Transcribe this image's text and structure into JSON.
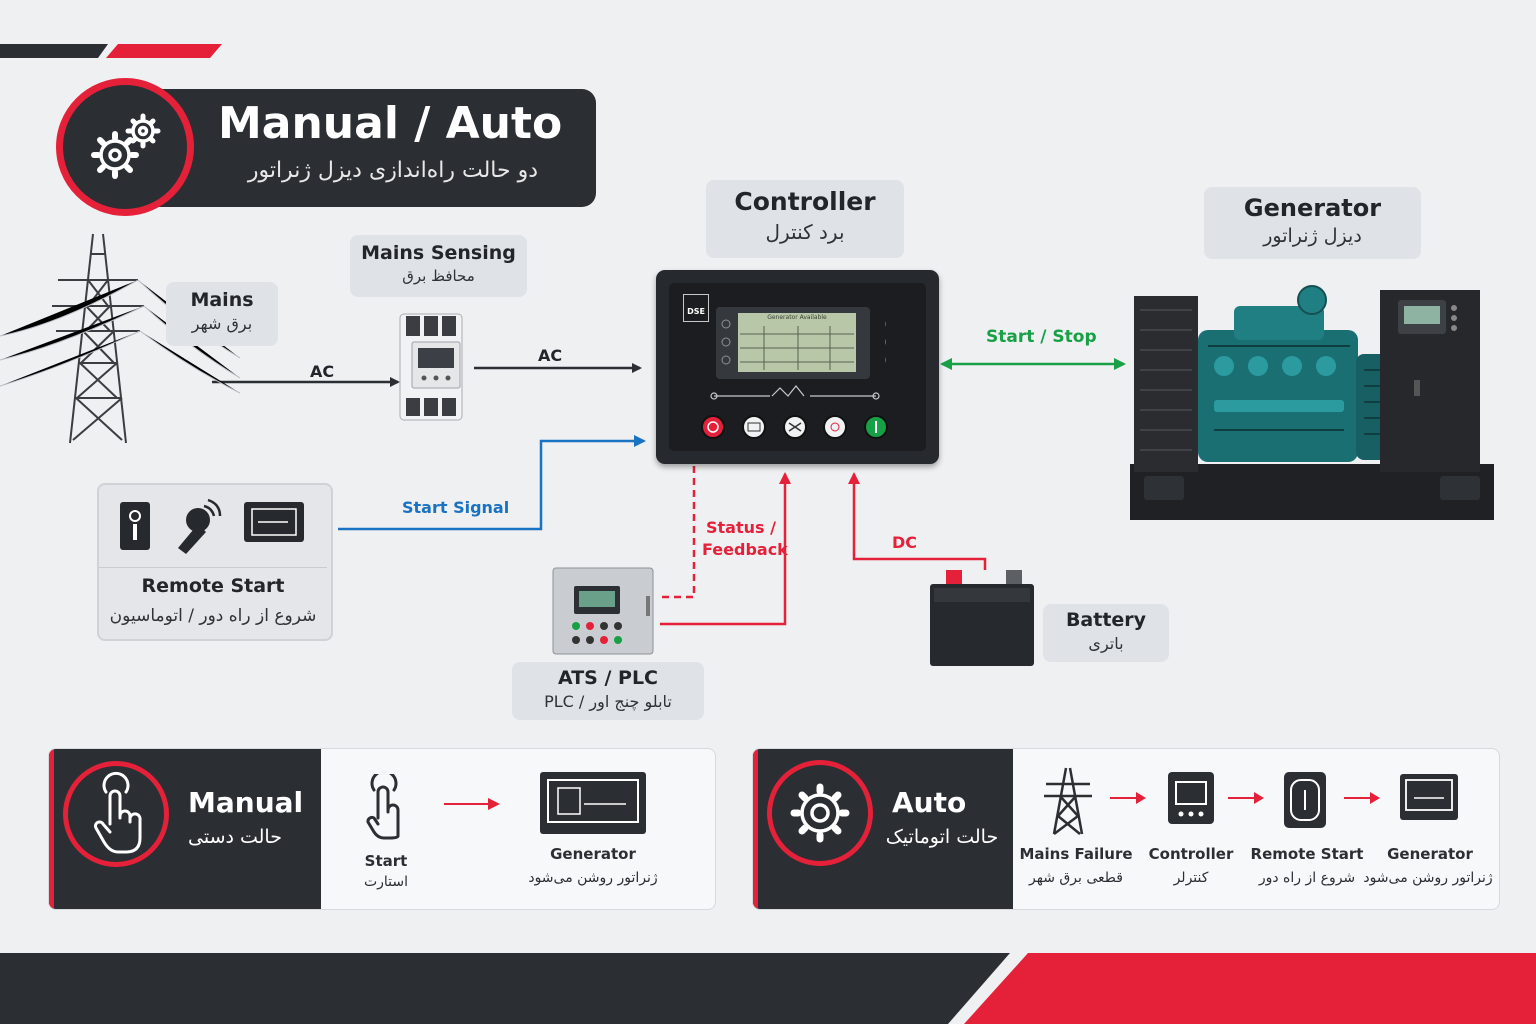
{
  "title": {
    "en": "Manual / Auto",
    "fa": "دو حالت راه‌اندازی دیزل ژنراتور"
  },
  "nodes": {
    "mains": {
      "en": "Mains",
      "fa": "برق شهر"
    },
    "mains_sensing": {
      "en": "Mains Sensing",
      "fa": "محافظ برق"
    },
    "controller": {
      "en": "Controller",
      "fa": "برد کنترل"
    },
    "generator": {
      "en": "Generator",
      "fa": "دیزل ژنراتور"
    },
    "remote_start": {
      "en": "Remote Start",
      "fa": "شروع از راه دور / اتوماسیون"
    },
    "ats_plc": {
      "en": "ATS / PLC",
      "fa": "تابلو چنج اور / PLC"
    },
    "battery": {
      "en": "Battery",
      "fa": "باتری"
    }
  },
  "controller_panel": {
    "brand": "DSE",
    "screen_title": "Generator Available"
  },
  "connections": {
    "ac_1": "AC",
    "ac_2": "AC",
    "start_stop": "Start / Stop",
    "start_signal": "Start Signal",
    "status_feedback_1": "Status /",
    "status_feedback_2": "Feedback",
    "dc": "DC"
  },
  "manual_panel": {
    "title": "Manual",
    "subtitle": "حالت دستی",
    "steps": [
      {
        "en": "Start",
        "fa": "استارت",
        "icon": "hand-press-icon"
      },
      {
        "en": "Generator",
        "fa": "ژنراتور روشن می‌شود",
        "icon": "generator-icon"
      }
    ]
  },
  "auto_panel": {
    "title": "Auto",
    "subtitle": "حالت اتوماتیک",
    "steps": [
      {
        "en": "Mains Failure",
        "fa": "قطعی برق شهر",
        "icon": "power-tower-icon"
      },
      {
        "en": "Controller",
        "fa": "کنترلر",
        "icon": "controller-icon"
      },
      {
        "en": "Remote Start",
        "fa": "شروع از راه دور",
        "icon": "remote-start-icon"
      },
      {
        "en": "Generator",
        "fa": "ژنراتور روشن می‌شود",
        "icon": "generator-icon"
      }
    ]
  },
  "colors": {
    "accent_red": "#e5213a",
    "dark": "#2b2e33",
    "signal_blue": "#1a72c2",
    "signal_green": "#17a045",
    "generator_teal": "#1a6f73"
  }
}
